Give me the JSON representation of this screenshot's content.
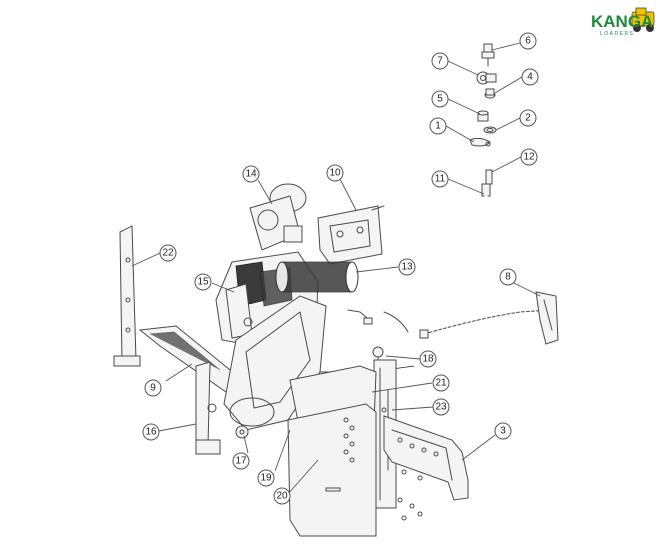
{
  "brand": {
    "name": "KANGA",
    "subtitle": "LOADERS",
    "color": "#1f8a3c"
  },
  "callouts": [
    {
      "id": "c1",
      "label": "1"
    },
    {
      "id": "c2",
      "label": "2"
    },
    {
      "id": "c3",
      "label": "3"
    },
    {
      "id": "c4",
      "label": "4"
    },
    {
      "id": "c5",
      "label": "5"
    },
    {
      "id": "c6",
      "label": "6"
    },
    {
      "id": "c7",
      "label": "7"
    },
    {
      "id": "c8",
      "label": "8"
    },
    {
      "id": "c9",
      "label": "9"
    },
    {
      "id": "c10",
      "label": "10"
    },
    {
      "id": "c11",
      "label": "11"
    },
    {
      "id": "c12",
      "label": "12"
    },
    {
      "id": "c13",
      "label": "13"
    },
    {
      "id": "c14",
      "label": "14"
    },
    {
      "id": "c15",
      "label": "15"
    },
    {
      "id": "c16",
      "label": "16"
    },
    {
      "id": "c17",
      "label": "17"
    },
    {
      "id": "c18",
      "label": "18"
    },
    {
      "id": "c19",
      "label": "19"
    },
    {
      "id": "c20",
      "label": "20"
    },
    {
      "id": "c21",
      "label": "21"
    },
    {
      "id": "c22",
      "label": "22"
    },
    {
      "id": "c23",
      "label": "23"
    }
  ]
}
